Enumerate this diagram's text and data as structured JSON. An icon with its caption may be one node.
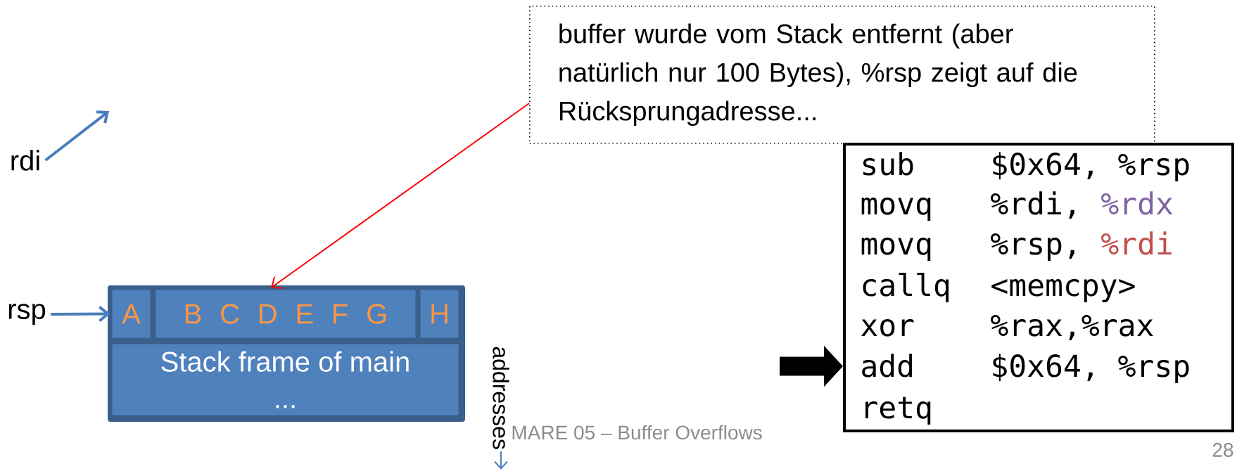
{
  "diagram": {
    "nodes": [
      {
        "text": [
          "rdi"
        ]
      },
      {
        "text": [
          "rsp"
        ]
      },
      {
        "text": [],
        "shape": "box"
      },
      {
        "text": [
          "A"
        ],
        "in": 2
      },
      {
        "text": [
          "B C D E F G"
        ],
        "in": 2
      },
      {
        "text": [
          "H"
        ],
        "in": 2
      },
      {
        "text": [
          "Stack frame of main",
          "..."
        ],
        "in": 2
      },
      {
        "text": [
          "buffer wurde vom Stack entfernt (aber natürlich nur 100 Bytes), %rsp zeigt auf die Rücksprungadresse..."
        ]
      },
      {
        "text": [
          "sub",
          "$0x64, %rsp",
          "movq",
          "%rdi,",
          "%rdx",
          "movq",
          "%rsp,",
          "%rdi",
          "callq",
          "<memcpy>",
          "xor",
          "%rax,%rax",
          "add",
          "$0x64, %rsp",
          "retq"
        ]
      }
    ],
    "edges": [
      {
        "from": 0,
        "to": null,
        "arrow": "to",
        "color": "#4a7ebb"
      },
      {
        "from": 1,
        "to": 3,
        "arrow": "to",
        "color": "#4a7ebb"
      },
      {
        "from": 7,
        "to": 4,
        "arrow": "to",
        "color": "#ff0000"
      },
      {
        "from": null,
        "to": 8,
        "arrow": "to",
        "style": "thick",
        "color": "#000000"
      }
    ],
    "labels": [
      "addresses",
      "MARE 05 – Buffer Overflows",
      "28"
    ]
  }
}
